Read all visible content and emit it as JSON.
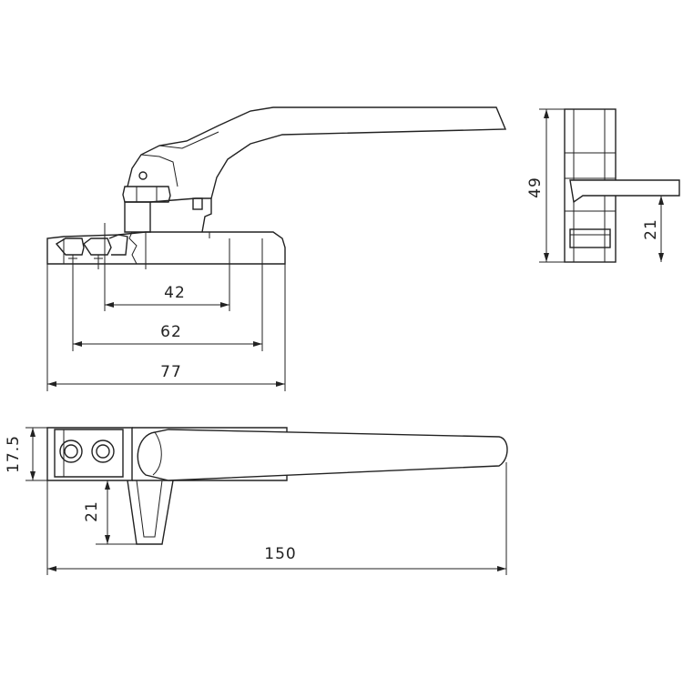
{
  "figure": {
    "background": "#ffffff",
    "line_color": "#222222"
  },
  "dimensions": {
    "front_42": "42",
    "front_62": "62",
    "front_77": "77",
    "side_49": "49",
    "side_21": "21",
    "top_17_5": "17.5",
    "top_21": "21",
    "top_150": "150"
  }
}
